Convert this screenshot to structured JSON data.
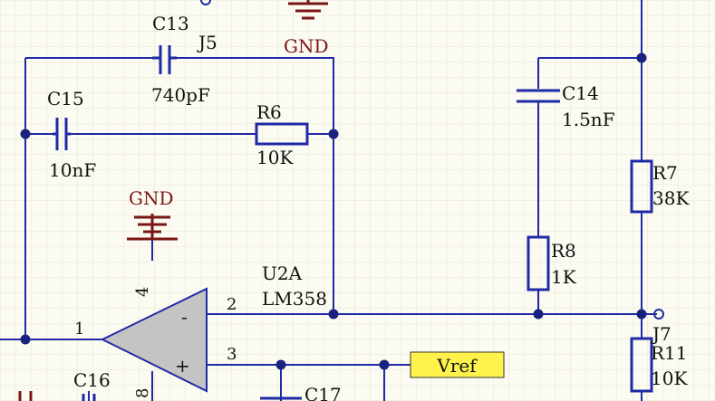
{
  "colors": {
    "background": "#fbfbf1",
    "grid": "#e8e4d8",
    "wire": "#1f2aa6",
    "ground": "#7b1616",
    "opamp_fill": "#c4c4c4",
    "netlabel_fill": "#fff24a"
  },
  "components": {
    "c13": {
      "ref": "C13",
      "value": "740pF"
    },
    "c15": {
      "ref": "C15",
      "value": "10nF"
    },
    "c14": {
      "ref": "C14",
      "value": "1.5nF"
    },
    "c16": {
      "ref": "C16"
    },
    "c17": {
      "ref": "C17"
    },
    "r6": {
      "ref": "R6",
      "value": "10K"
    },
    "r7": {
      "ref": "R7",
      "value": "38K"
    },
    "r8": {
      "ref": "R8",
      "value": "1K"
    },
    "r11": {
      "ref": "R11",
      "value": "10K"
    },
    "u2a": {
      "ref": "U2A",
      "part": "LM358"
    }
  },
  "connectors": {
    "j5": "J5",
    "j7": "J7"
  },
  "ground_labels": {
    "top": "GND",
    "opamp": "GND"
  },
  "pins": {
    "p1": "1",
    "p2": "2",
    "p3": "3",
    "p4": "4",
    "p8": "8"
  },
  "opamp_symbols": {
    "inverting": "-",
    "noninverting": "+"
  },
  "net_label": "Vref"
}
